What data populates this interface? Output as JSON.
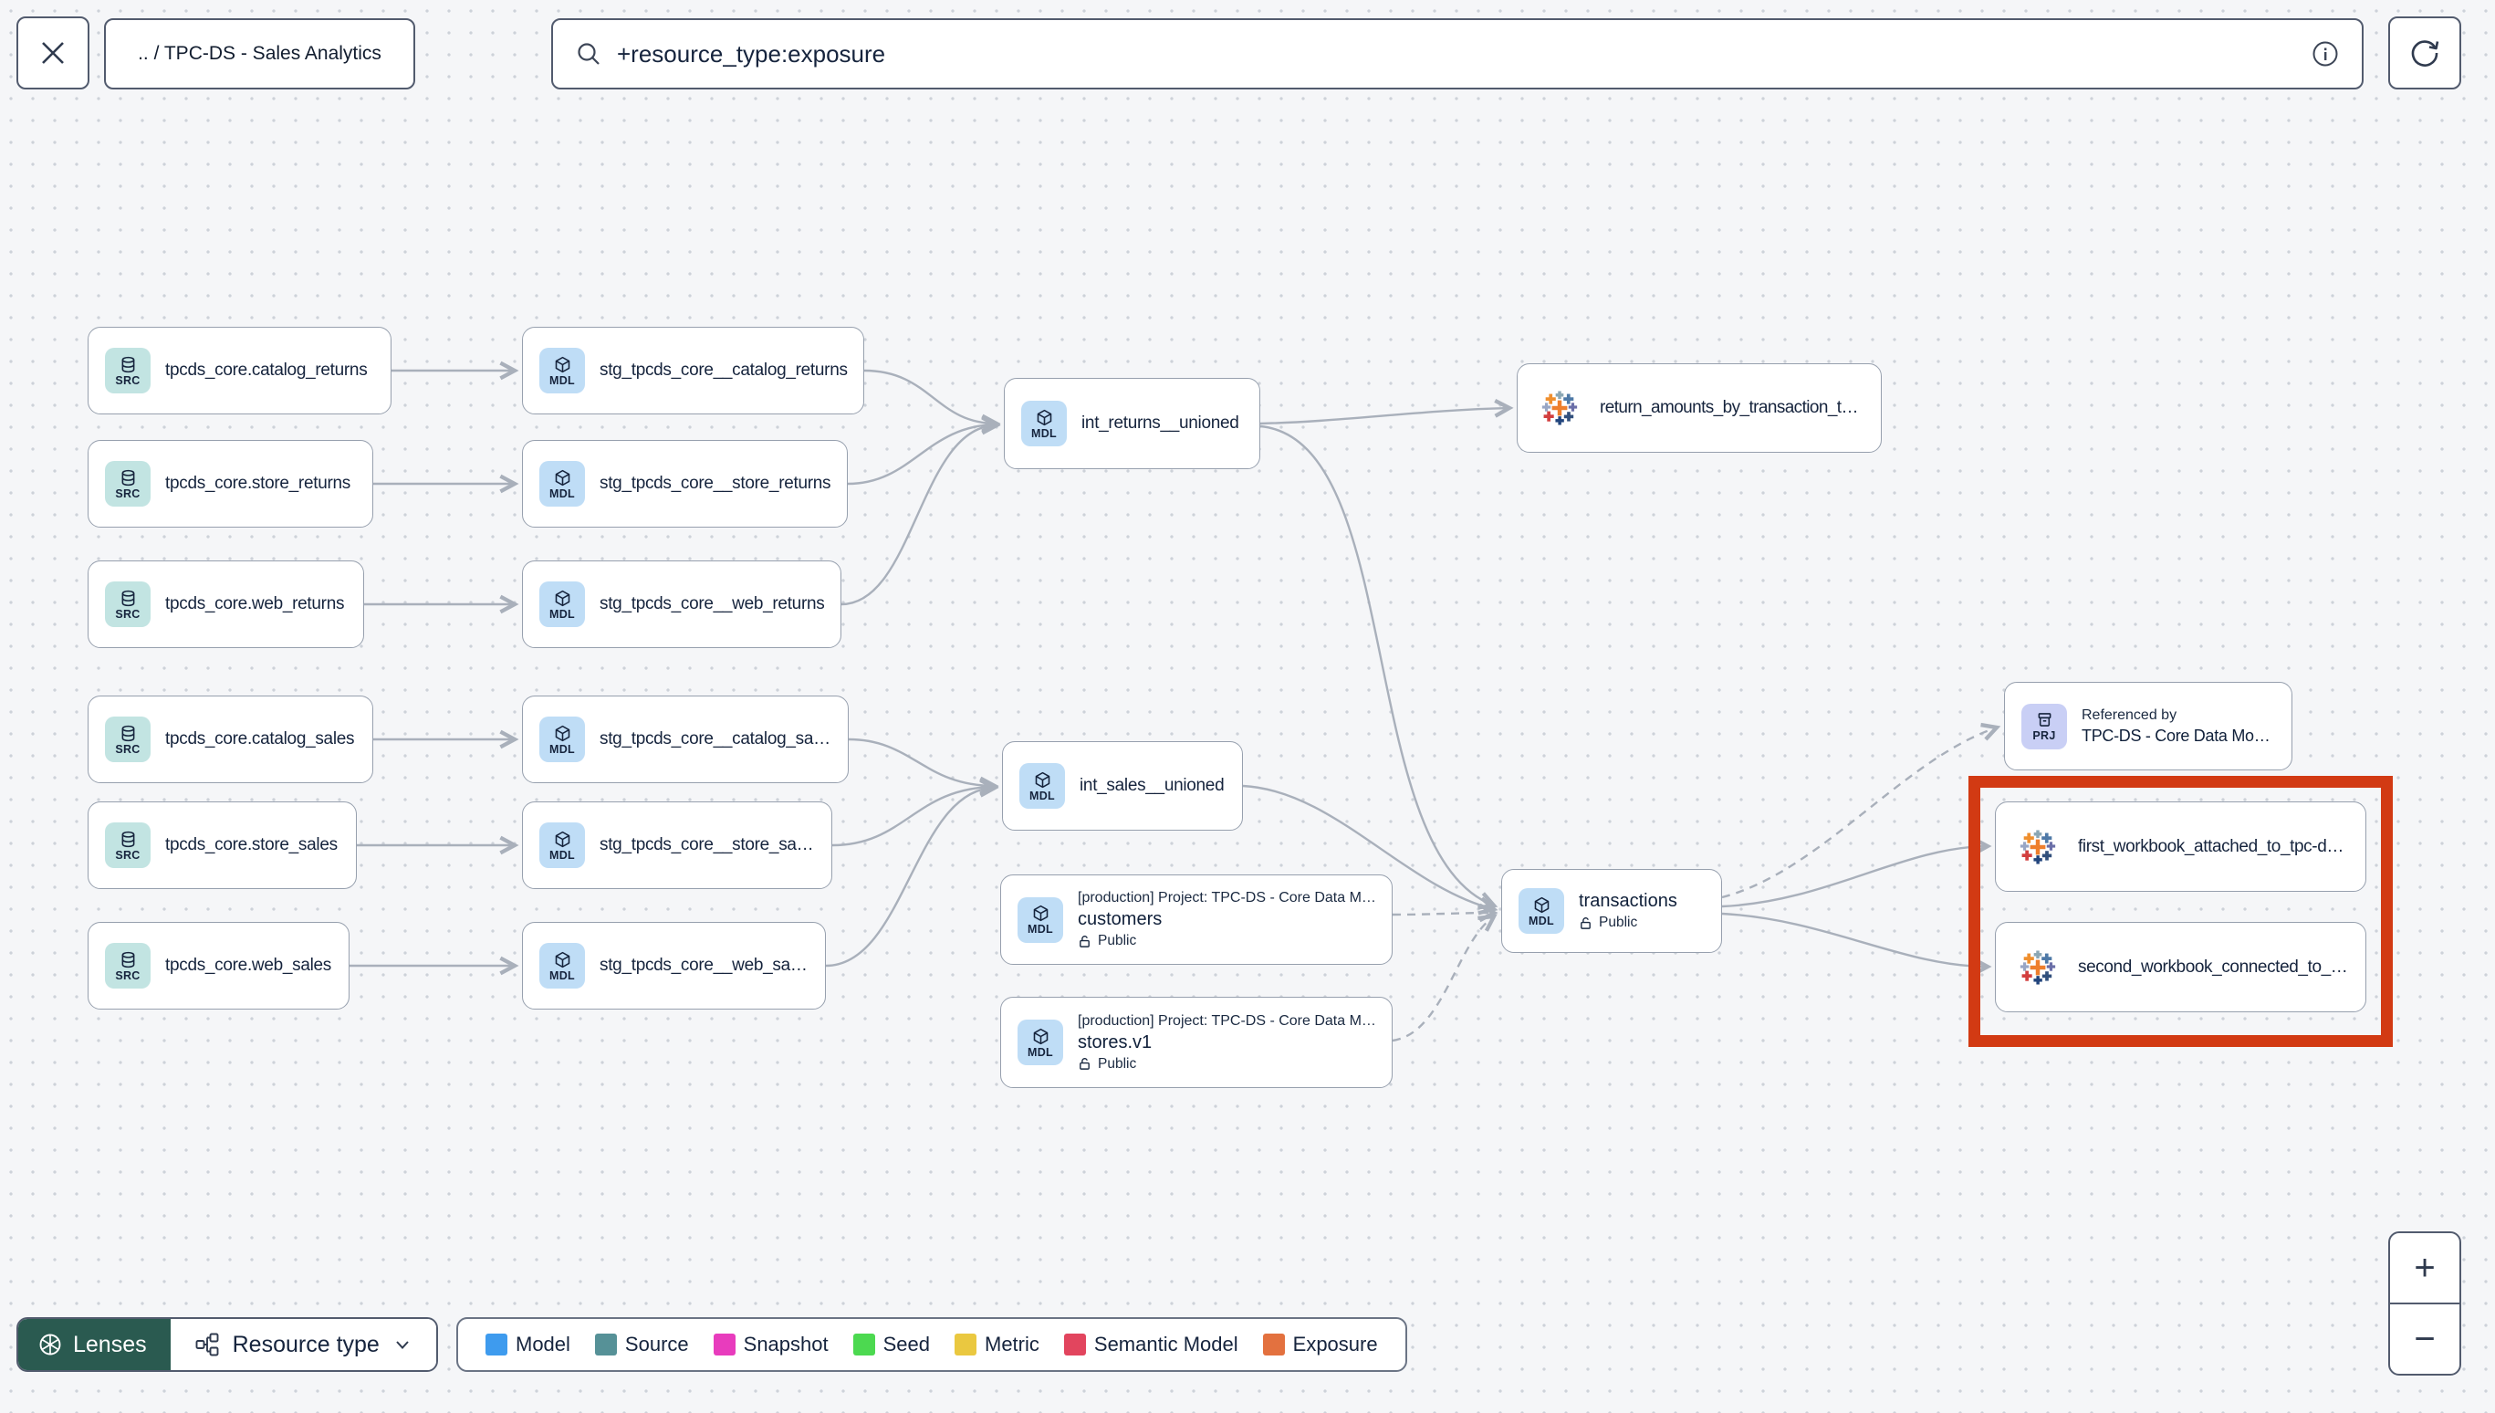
{
  "topbar": {
    "breadcrumb": ".. / TPC-DS - Sales Analytics",
    "search_value": "+resource_type:exposure"
  },
  "badges": {
    "source": "SRC",
    "model": "MDL",
    "project": "PRJ"
  },
  "graph": {
    "sources": [
      {
        "label": "tpcds_core.catalog_returns"
      },
      {
        "label": "tpcds_core.store_returns"
      },
      {
        "label": "tpcds_core.web_returns"
      },
      {
        "label": "tpcds_core.catalog_sales"
      },
      {
        "label": "tpcds_core.store_sales"
      },
      {
        "label": "tpcds_core.web_sales"
      }
    ],
    "staging": [
      {
        "label": "stg_tpcds_core__catalog_returns"
      },
      {
        "label": "stg_tpcds_core__store_returns"
      },
      {
        "label": "stg_tpcds_core__web_returns"
      },
      {
        "label": "stg_tpcds_core__catalog_sales"
      },
      {
        "label": "stg_tpcds_core__store_sales"
      },
      {
        "label": "stg_tpcds_core__web_sales"
      }
    ],
    "intermediate": [
      {
        "label": "int_returns__unioned"
      },
      {
        "label": "int_sales__unioned"
      }
    ],
    "cross_project": [
      {
        "header": "[production] Project: TPC-DS - Core Data Mo…",
        "title": "customers",
        "access": "Public"
      },
      {
        "header": "[production] Project: TPC-DS - Core Data Mo…",
        "title": "stores.v1",
        "access": "Public"
      }
    ],
    "transactions": {
      "title": "transactions",
      "access": "Public"
    },
    "referenced_by": {
      "header": "Referenced by",
      "title": "TPC-DS - Core Data Models"
    },
    "exposures": [
      {
        "label": "return_amounts_by_transaction_type"
      },
      {
        "label": "first_workbook_attached_to_tpc-ds_-_…"
      },
      {
        "label": "second_workbook_connected_to_live…"
      }
    ]
  },
  "toolbar": {
    "lenses": "Lenses",
    "resource_type": "Resource type"
  },
  "legend": {
    "items": [
      {
        "label": "Model",
        "color": "#3E9BEE"
      },
      {
        "label": "Source",
        "color": "#569197"
      },
      {
        "label": "Snapshot",
        "color": "#E83CBD"
      },
      {
        "label": "Seed",
        "color": "#4CD950"
      },
      {
        "label": "Metric",
        "color": "#EAC840"
      },
      {
        "label": "Semantic Model",
        "color": "#E2455E"
      },
      {
        "label": "Exposure",
        "color": "#E3713F"
      }
    ]
  },
  "zoom_controls": {
    "zoom_in": "+",
    "zoom_out": "−"
  },
  "highlight_color": "#D23A13"
}
